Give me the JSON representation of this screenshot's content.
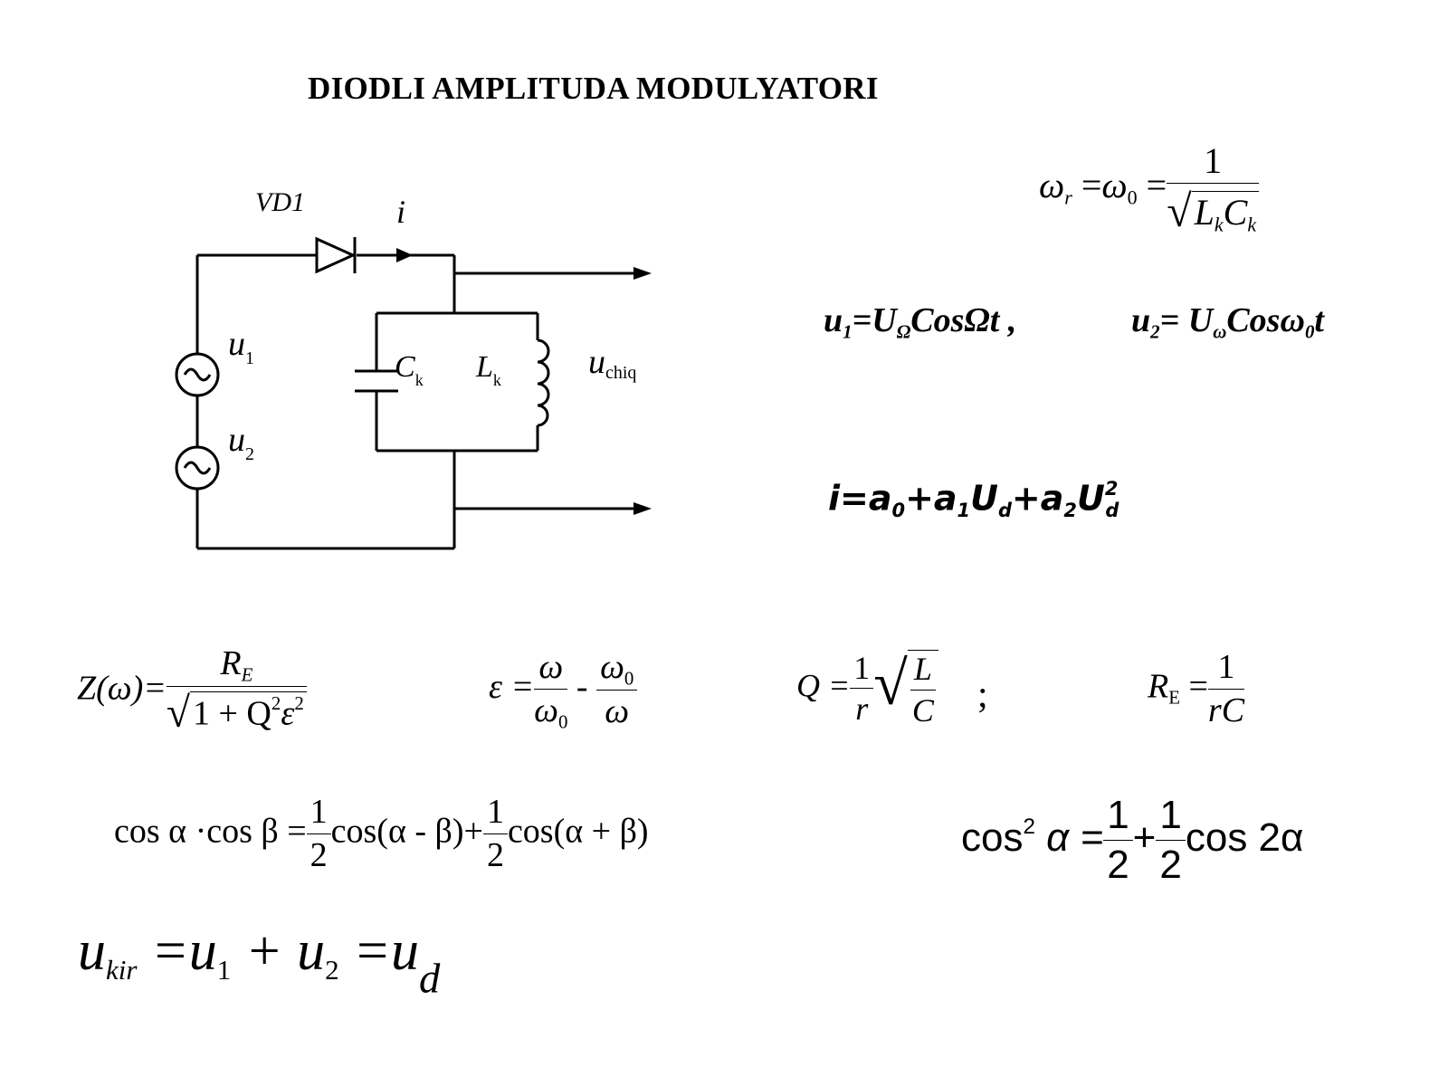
{
  "title": "DIODLI AMPLITUDA MODULYATORI",
  "circuit": {
    "diode_label": "VD1",
    "current_label": "i",
    "source1_label": "u",
    "source1_sub": "1",
    "source2_label": "u",
    "source2_sub": "2",
    "capacitor_label": "C",
    "capacitor_sub": "k",
    "inductor_label": "L",
    "inductor_sub": "k",
    "output_label": "u",
    "output_sub": "chiq"
  },
  "formulas": {
    "resonance": {
      "lhs": "ω",
      "lhs_sub": "r",
      "eq": "=",
      "mid": "ω",
      "mid_sub": "0",
      "num": "1",
      "den_L": "L",
      "den_L_sub": "k",
      "den_C": "C",
      "den_C_sub": "k"
    },
    "u1": {
      "lhs": "u",
      "lhs_sub": "1",
      "rhs": "=U",
      "rhs_sub": "Ω",
      "rhs_tail": "CosΩt ,"
    },
    "u2": {
      "lhs": "u",
      "lhs_sub": "2",
      "rhs": "= U",
      "rhs_sub": "ω",
      "rhs_mid": "Cosω",
      "rhs_mid_sub": "0",
      "rhs_tail": "t"
    },
    "current": {
      "p1": "i=a",
      "s1": "0",
      "p2": "+a",
      "s2": "1",
      "p3": "U",
      "s3": "d",
      "p4": "+a",
      "s4": "2",
      "p5": "U",
      "sup5": "2",
      "s5": "d"
    },
    "impedance": {
      "lhs": "Z(ω)=",
      "num": "R",
      "num_sub": "E",
      "den": "1 + Q",
      "den_sup": "2",
      "den_tail": "ε",
      "den_tail_sup": "2"
    },
    "epsilon": {
      "lhs": "ε =",
      "f1_num": "ω",
      "f1_den": "ω",
      "f1_den_sub": "0",
      "minus": "-",
      "f2_num": "ω",
      "f2_num_sub": "0",
      "f2_den": "ω"
    },
    "quality": {
      "lhs": "Q =",
      "num": "1",
      "den": "r",
      "rad_num": "L",
      "rad_den": "C"
    },
    "semicolon": ";",
    "re": {
      "lhs": "R",
      "lhs_sub": "E",
      "eq": "=",
      "num": "1",
      "den": "rC"
    },
    "product": {
      "lhs": "cos α ·cos β =",
      "h1_num": "1",
      "h1_den": "2",
      "mid": "cos(α - β)+",
      "h2_num": "1",
      "h2_den": "2",
      "tail": "cos(α + β)"
    },
    "cos_square": {
      "lhs": "cos",
      "lhs_sup": "2",
      "lhs_tail": "α =",
      "h1_num": "1",
      "h1_den": "2",
      "plus": "+",
      "h2_num": "1",
      "h2_den": "2",
      "tail": "cos 2α"
    },
    "input": {
      "p1": "u",
      "s1": "kir",
      "p2": "=u",
      "s2": "1",
      "p3": "+ u",
      "s3": "2",
      "p4": "=u",
      "s4": "d"
    }
  }
}
